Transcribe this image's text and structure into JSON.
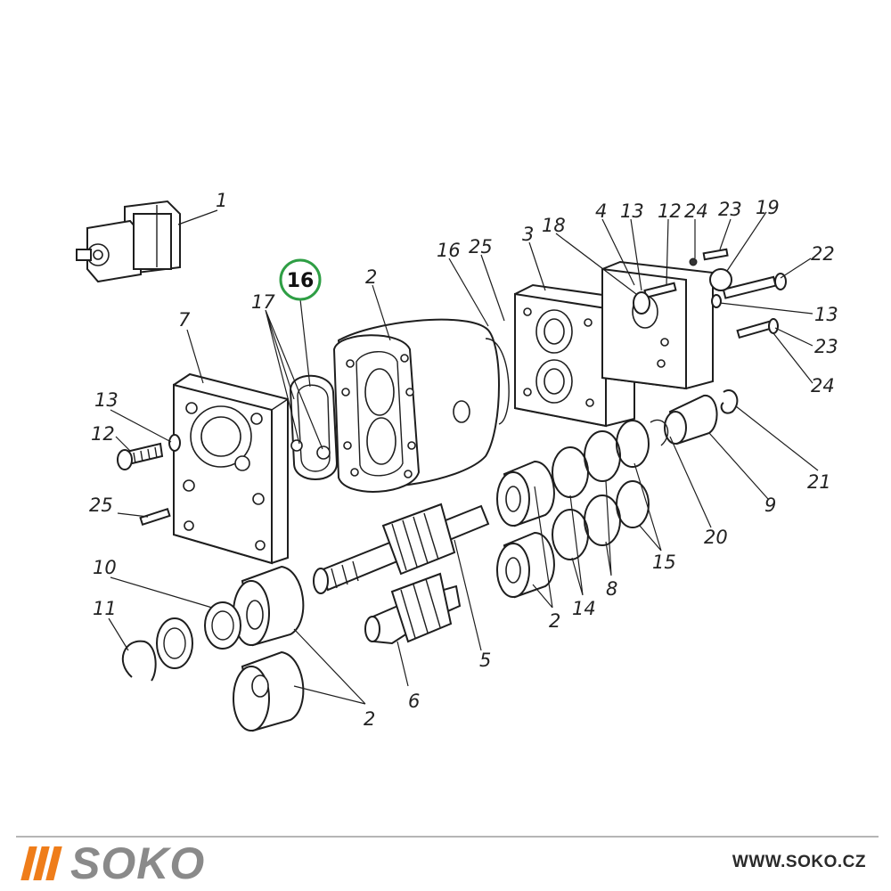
{
  "diagram": {
    "part_labels": [
      {
        "id": "l1",
        "text": "1"
      },
      {
        "id": "l16hl",
        "text": "16"
      },
      {
        "id": "l17",
        "text": "17"
      },
      {
        "id": "l2a",
        "text": "2"
      },
      {
        "id": "l16b",
        "text": "16"
      },
      {
        "id": "l25a",
        "text": "25"
      },
      {
        "id": "l3",
        "text": "3"
      },
      {
        "id": "l18",
        "text": "18"
      },
      {
        "id": "l4",
        "text": "4"
      },
      {
        "id": "l13a",
        "text": "13"
      },
      {
        "id": "l12a",
        "text": "12"
      },
      {
        "id": "l24a",
        "text": "24"
      },
      {
        "id": "l23a",
        "text": "23"
      },
      {
        "id": "l19",
        "text": "19"
      },
      {
        "id": "l22",
        "text": "22"
      },
      {
        "id": "l13b",
        "text": "13"
      },
      {
        "id": "l23b",
        "text": "23"
      },
      {
        "id": "l24b",
        "text": "24"
      },
      {
        "id": "l7",
        "text": "7"
      },
      {
        "id": "l13c",
        "text": "13"
      },
      {
        "id": "l12b",
        "text": "12"
      },
      {
        "id": "l25b",
        "text": "25"
      },
      {
        "id": "l21",
        "text": "21"
      },
      {
        "id": "l9",
        "text": "9"
      },
      {
        "id": "l20",
        "text": "20"
      },
      {
        "id": "l15",
        "text": "15"
      },
      {
        "id": "l8",
        "text": "8"
      },
      {
        "id": "l14",
        "text": "14"
      },
      {
        "id": "l2b",
        "text": "2"
      },
      {
        "id": "l5",
        "text": "5"
      },
      {
        "id": "l6",
        "text": "6"
      },
      {
        "id": "l10",
        "text": "10"
      },
      {
        "id": "l11",
        "text": "11"
      },
      {
        "id": "l2c",
        "text": "2"
      }
    ],
    "highlighted_part": "16",
    "highlight_color": "#2e9e44"
  },
  "footer": {
    "brand": "SOKO",
    "url": "WWW.SOKO.CZ",
    "brand_accent_color": "#ef7d1a",
    "brand_text_color": "#8a8a8a"
  }
}
